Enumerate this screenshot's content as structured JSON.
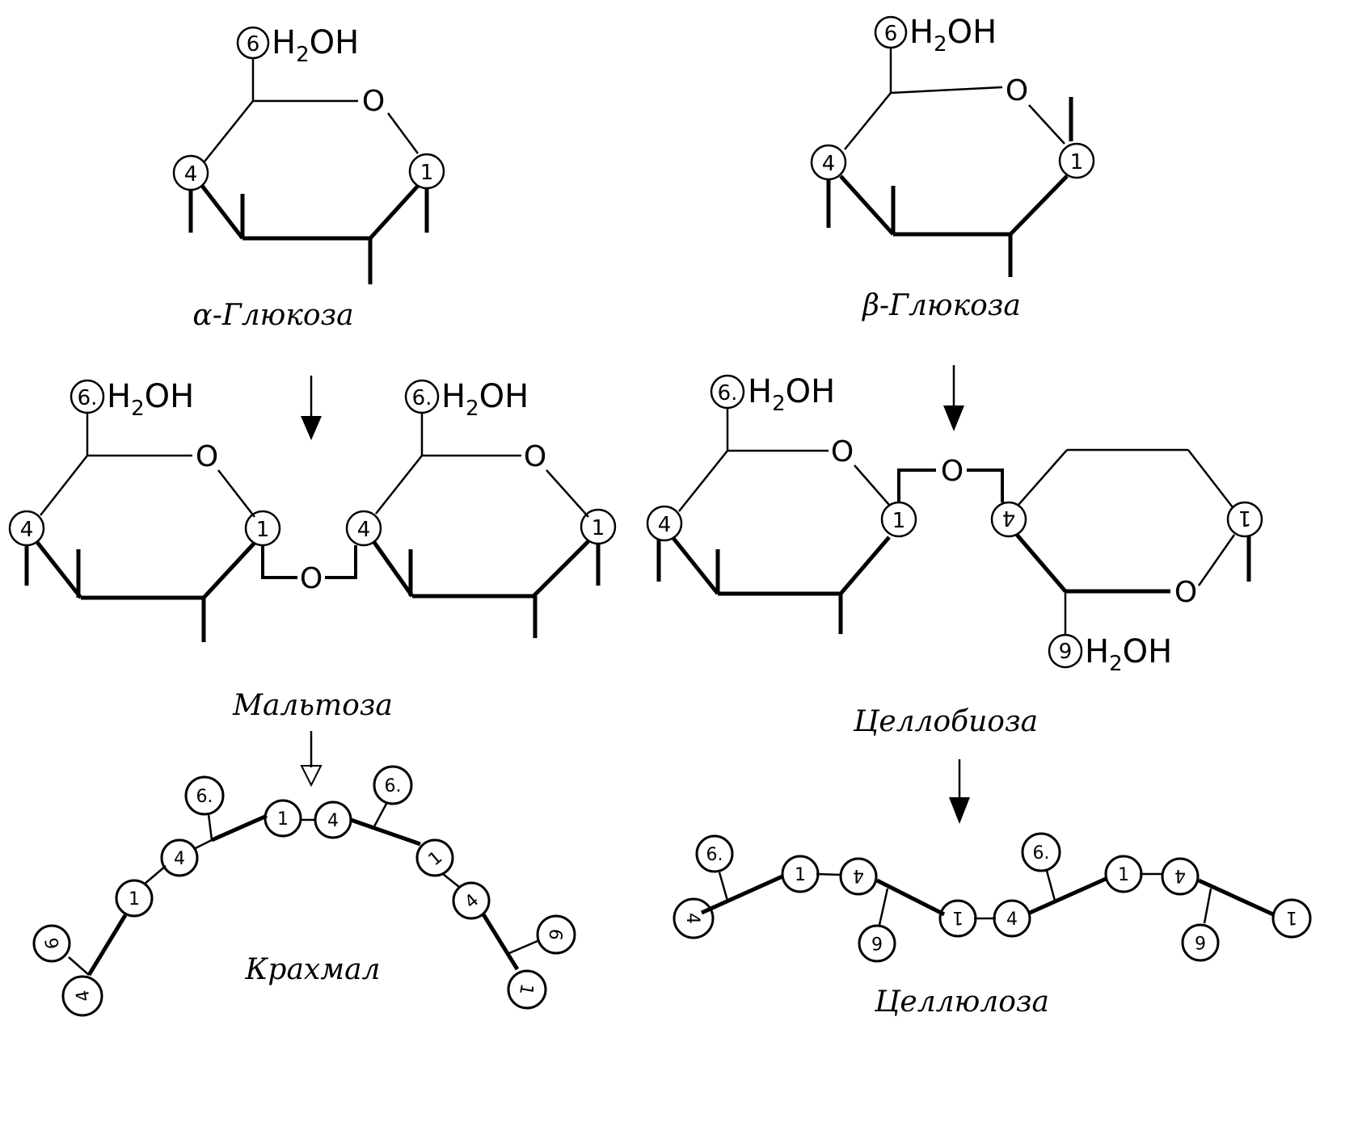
{
  "labels": {
    "alpha_glucose": "α-Глюкоза",
    "beta_glucose": "β-Глюкоза",
    "maltose": "Мальтоза",
    "cellobiose": "Целлобиоза",
    "starch": "Крахмал",
    "cellulose": "Целлюлоза"
  },
  "formula": {
    "h": "H",
    "sub": "2",
    "oh": "OH"
  },
  "oxygen": "O",
  "carbons": {
    "c1": "1",
    "c4": "4",
    "c6": "6",
    "c6_dot": "6."
  },
  "colors": {
    "ink": "#000000",
    "background": "#ffffff"
  }
}
